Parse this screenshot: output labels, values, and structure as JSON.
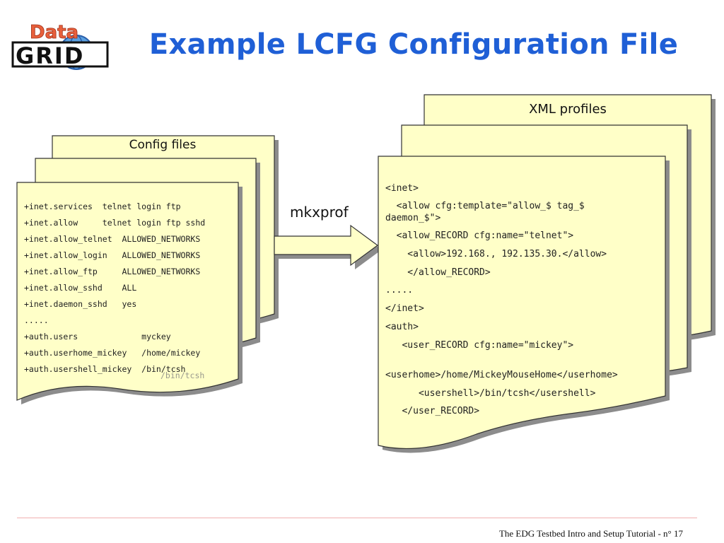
{
  "title": "Example LCFG Configuration File",
  "logo": {
    "top_text": "Data",
    "bottom_text": "GRID"
  },
  "colors": {
    "title": "#1f5fd6",
    "paper": "#ffffc8",
    "shadow": "#8c8c8c",
    "arrow_fill": "#ffffc8",
    "footer_rule": "#f0b0b0"
  },
  "config_files": {
    "label": "Config files",
    "lines": [
      "+inet.services  telnet login ftp",
      "+inet.allow     telnet login ftp sshd",
      "+inet.allow_telnet  ALLOWED_NETWORKS",
      "+inet.allow_login   ALLOWED_NETWORKS",
      "+inet.allow_ftp     ALLOWED_NETWORKS",
      "+inet.allow_sshd    ALL",
      "+inet.daemon_sshd   yes",
      ".....",
      "+auth.users             myckey",
      "+auth.userhome_mickey   /home/mickey",
      "+auth.usershell_mickey  /bin/tcsh"
    ],
    "ghost_text": "/bin/tcsh"
  },
  "arrow_label": "mkxprof",
  "xml_profiles": {
    "label": "XML profiles",
    "lines": [
      "<inet>",
      "  <allow cfg:template=\"allow_$ tag_$",
      "daemon_$\">",
      "  <allow_RECORD cfg:name=\"telnet\">",
      "    <allow>192.168., 192.135.30.</allow>",
      "    </allow_RECORD>",
      ".....",
      "</inet>",
      "<auth>",
      "   <user_RECORD cfg:name=\"mickey\">",
      "",
      "<userhome>/home/MickeyMouseHome</userhome>",
      "      <usershell>/bin/tcsh</usershell>",
      "   </user_RECORD>"
    ]
  },
  "footer": "The EDG Testbed Intro and Setup Tutorial - n° 17"
}
